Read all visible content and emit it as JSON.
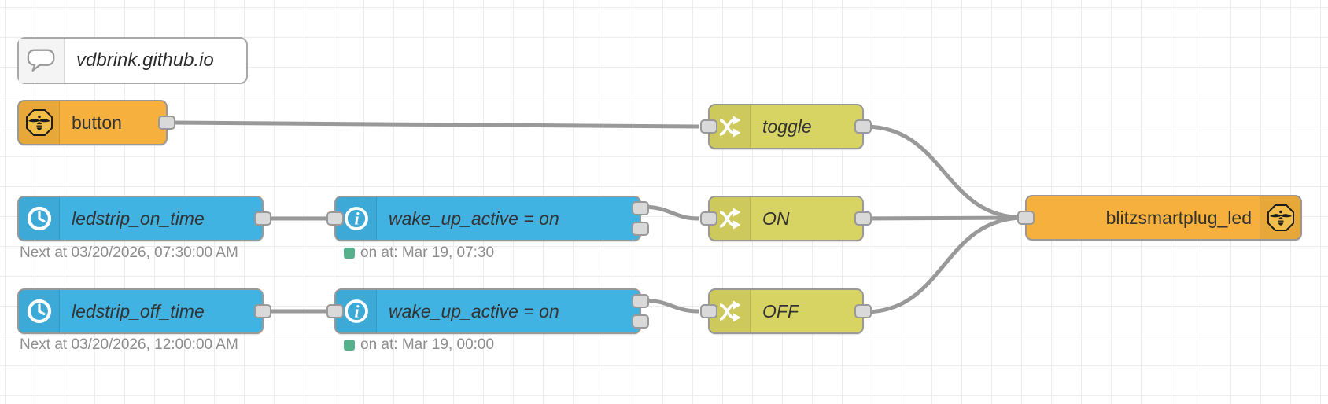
{
  "app": {
    "title": "Node-RED flow editor canvas"
  },
  "comment": {
    "label": "vdbrink.github.io",
    "icon": "speech-bubble-icon"
  },
  "nodes": {
    "button": {
      "label": "button",
      "icon": "zigbee-bee-icon",
      "color": "orange"
    },
    "toggle": {
      "label": "toggle",
      "icon": "shuffle-icon",
      "color": "olive"
    },
    "ledstrip_on_time": {
      "label": "ledstrip_on_time",
      "icon": "clock-icon",
      "color": "blue",
      "status": "Next at 03/20/2026, 07:30:00 AM"
    },
    "wake_up_active_1": {
      "label": "wake_up_active = on",
      "icon": "info-icon",
      "color": "blue",
      "status": "on at: Mar 19, 07:30",
      "status_dot": "green"
    },
    "switch_on": {
      "label": "ON",
      "icon": "shuffle-icon",
      "color": "olive"
    },
    "ledstrip_off_time": {
      "label": "ledstrip_off_time",
      "icon": "clock-icon",
      "color": "blue",
      "status": "Next at 03/20/2026, 12:00:00 AM"
    },
    "wake_up_active_2": {
      "label": "wake_up_active = on",
      "icon": "info-icon",
      "color": "blue",
      "status": "on at: Mar 19, 00:00",
      "status_dot": "green"
    },
    "switch_off": {
      "label": "OFF",
      "icon": "shuffle-icon",
      "color": "olive"
    },
    "blitzsmartplug_led": {
      "label": "blitzsmartplug_led",
      "icon": "zigbee-bee-icon",
      "color": "orange"
    }
  },
  "wires": [
    {
      "from": "button",
      "to": "toggle"
    },
    {
      "from": "ledstrip_on_time",
      "to": "wake_up_active_1"
    },
    {
      "from": "wake_up_active_1",
      "to": "switch_on"
    },
    {
      "from": "switch_on",
      "to": "blitzsmartplug_led"
    },
    {
      "from": "toggle",
      "to": "blitzsmartplug_led"
    },
    {
      "from": "ledstrip_off_time",
      "to": "wake_up_active_2"
    },
    {
      "from": "wake_up_active_2",
      "to": "switch_off"
    },
    {
      "from": "switch_off",
      "to": "blitzsmartplug_led"
    }
  ],
  "colors": {
    "node_blue": "#41b3e3",
    "node_olive": "#d8d463",
    "node_orange": "#f5b03d",
    "wire": "#999999",
    "port_fill": "#d9d9d9",
    "port_border": "#999999",
    "node_border": "#999999",
    "label": "#333333",
    "status_text": "#8d8d8d",
    "status_green": "#56b08c",
    "grid": "#ececec",
    "background": "#ffffff"
  }
}
